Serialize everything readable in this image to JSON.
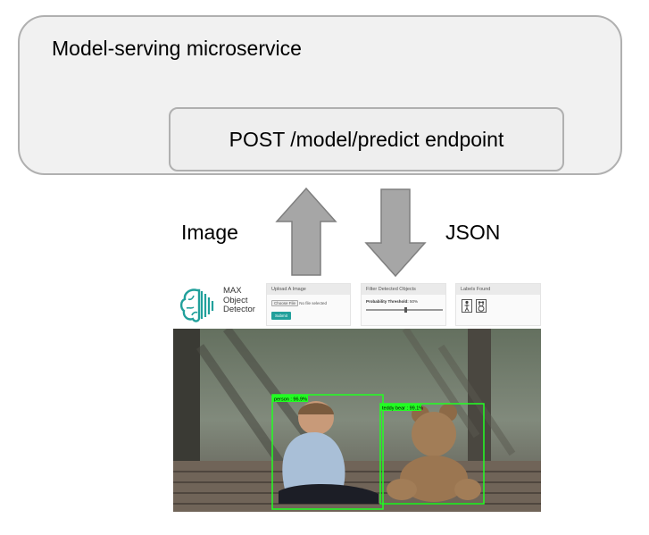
{
  "diagram": {
    "container_title": "Model-serving microservice",
    "endpoint_label": "POST /model/predict endpoint",
    "arrow_up_label": "Image",
    "arrow_down_label": "JSON"
  },
  "app": {
    "logo_lines": [
      "MAX",
      "Object",
      "Detector"
    ],
    "upload_panel": {
      "title": "Upload A Image",
      "choose_file_label": "Choose File",
      "no_file_text": "No file selected",
      "submit_label": "Submit"
    },
    "filter_panel": {
      "title": "Filter Detected Objects",
      "threshold_label": "Probability Threshold:",
      "threshold_value": "50%"
    },
    "labels_panel": {
      "title": "Labels Found",
      "icons": [
        "person-icon",
        "teddy-bear-icon"
      ]
    },
    "detections": [
      {
        "label": "person : 96.9%"
      },
      {
        "label": "teddy bear : 99.1%"
      }
    ],
    "colors": {
      "accent": "#21a09b",
      "box": "#22ff22"
    }
  }
}
